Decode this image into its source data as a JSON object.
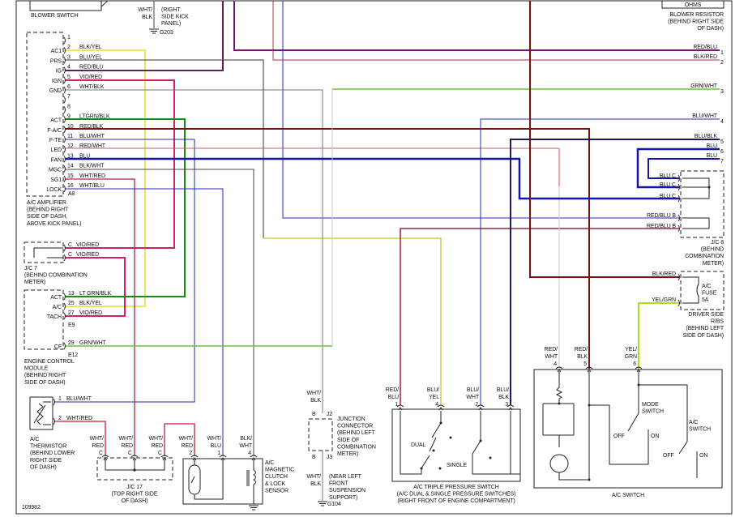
{
  "figure_id": "109982",
  "wire_colors": {
    "blk": "#333333",
    "yel": "#e6de30",
    "vio_red": "#d0206a",
    "red_blu": "#6a1a6a",
    "red": "#c03040",
    "red_blk": "#7a1212",
    "blu": "#1414b0",
    "blu_thin": "#2828b8",
    "navy": "#1a1a60",
    "grn": "#1a8a1a",
    "grn_wht": "#6cc040",
    "yel_grn": "#a8e020",
    "wht": "#c8c8c8"
  },
  "blower_switch": {
    "label": "BLOWER SWITCH"
  },
  "g203": {
    "wire": [
      "WHT/",
      "BLK"
    ],
    "location": [
      "(RIGHT",
      "SIDE KICK",
      "PANEL)"
    ],
    "ground": "G203"
  },
  "blower_resistor": {
    "ohms": "OHMS",
    "label": [
      "BLOWER RESISTOR",
      "(BEHIND RIGHT SIDE",
      "OF DASH)"
    ],
    "pins": [
      {
        "num": "1",
        "wire": "RED/BLU"
      },
      {
        "num": "2",
        "wire": "BLK/RED"
      },
      {
        "num": "3",
        "wire": "GRN/WHT"
      },
      {
        "num": "4",
        "wire": "BLU/WHT"
      },
      {
        "num": "5",
        "wire": "BLU/BLK"
      },
      {
        "num": "6",
        "wire": "BLU"
      },
      {
        "num": "7",
        "wire": "BLU"
      }
    ]
  },
  "amplifier": {
    "connector": "A8",
    "label": [
      "A/C AMPLIFIER",
      "(BEHIND RIGHT",
      "SIDE OF DASH,",
      "ABOVE KICK PANEL)"
    ],
    "pins": [
      {
        "num": "1",
        "name": "",
        "wire": ""
      },
      {
        "num": "2",
        "name": "AC1",
        "wire": "BLK/YEL"
      },
      {
        "num": "3",
        "name": "PRS",
        "wire": "BLU/YEL"
      },
      {
        "num": "4",
        "name": "IG",
        "wire": "RED/BLU"
      },
      {
        "num": "5",
        "name": "IGN",
        "wire": "VIO/RED"
      },
      {
        "num": "6",
        "name": "GND",
        "wire": "WHT/BLK"
      },
      {
        "num": "7",
        "name": "",
        "wire": ""
      },
      {
        "num": "8",
        "name": "",
        "wire": ""
      },
      {
        "num": "9",
        "name": "ACT",
        "wire": "LTGRN/BLK"
      },
      {
        "num": "10",
        "name": "F-A/C",
        "wire": "RED/BLK"
      },
      {
        "num": "11",
        "name": "F-TE",
        "wire": "BLU/WHT"
      },
      {
        "num": "12",
        "name": "LED",
        "wire": "RED/WHT"
      },
      {
        "num": "13",
        "name": "FAN",
        "wire": "BLU"
      },
      {
        "num": "14",
        "name": "MGC",
        "wire": "BLK/WHT"
      },
      {
        "num": "15",
        "name": "SG1",
        "wire": "WHT/RED"
      },
      {
        "num": "16",
        "name": "LOCK",
        "wire": "WHT/BLU"
      }
    ]
  },
  "jc7": {
    "pins": [
      {
        "pin": "C",
        "wire": "VIO/RED"
      },
      {
        "pin": "C",
        "wire": "VIO/RED"
      }
    ],
    "label": [
      "J/C 7",
      "(BEHIND COMBINATION",
      "METER)"
    ]
  },
  "ecm": {
    "pins": [
      {
        "num": "13",
        "name": "ACT",
        "wire": "LT GRN/BLK"
      },
      {
        "num": "25",
        "name": "A/C",
        "wire": "BLK/YEL"
      },
      {
        "num": "27",
        "name": "TACH",
        "wire": "VIO/RED"
      },
      {
        "num": "29",
        "name": "CF",
        "wire": "GRN/WHT"
      }
    ],
    "connectors": [
      "E9",
      "E12"
    ],
    "label": [
      "ENGINE CONTROL",
      "MODULE",
      "(BEHIND RIGHT",
      "SIDE OF DASH)"
    ]
  },
  "thermistor": {
    "pins": [
      {
        "num": "1",
        "wire": "BLU/WHT"
      },
      {
        "num": "2",
        "wire": "WHT/RED"
      }
    ],
    "label": [
      "A/C",
      "THERMISTOR",
      "(BEHIND LOWER",
      "RIGHT SIDE",
      "OF DASH)"
    ]
  },
  "jc17": {
    "pins": [
      {
        "wire": [
          "WHT/",
          "RED"
        ],
        "pin": "C"
      },
      {
        "wire": [
          "WHT/",
          "RED"
        ],
        "pin": "C"
      },
      {
        "wire": [
          "WHT/",
          "RED"
        ],
        "pin": "C"
      }
    ],
    "label": [
      "J/C 17",
      "(TOP RIGHT SIDE",
      "OF DASH)"
    ]
  },
  "clutch": {
    "pins": [
      {
        "wire": [
          "WHT/",
          "RED"
        ],
        "num": "2"
      },
      {
        "wire": [
          "WHT/",
          "BLU"
        ],
        "num": "1"
      },
      {
        "wire": [
          "BLK/",
          "WHT"
        ],
        "num": "4"
      }
    ],
    "label": [
      "A/C",
      "MAGNETIC",
      "CLUTCH",
      "& LOCK",
      "SENSOR"
    ]
  },
  "junction": {
    "wire_top": [
      "WHT/",
      "BLK"
    ],
    "pin_top": "B",
    "conn_top": "J2",
    "pin_bottom": "B",
    "conn_bottom": "J3",
    "label": [
      "JUNCTION",
      "CONNECTOR",
      "(BEHIND LEFT",
      "SIDE OF",
      "COMBINATION",
      "METER)"
    ],
    "wire_bottom": [
      "WHT/",
      "BLK"
    ],
    "location": [
      "(NEAR LEFT",
      "FRONT",
      "SUSPENSION",
      "SUPPORT)"
    ],
    "ground": "G104"
  },
  "pressure_switch": {
    "pins": [
      {
        "wire": [
          "RED/",
          "BLU"
        ],
        "num": "1"
      },
      {
        "wire": [
          "BLU/",
          "YEL"
        ],
        "num": "4"
      },
      {
        "wire": [
          "BLU/",
          "WHT"
        ],
        "num": "2"
      },
      {
        "wire": [
          "BLU/",
          "BLK"
        ],
        "num": "3"
      }
    ],
    "dual": "DUAL",
    "single": "SINGLE",
    "label": [
      "A/C TRIPLE PRESSURE SWITCH",
      "(A/C DUAL & SINGLE PRESSURE SWITCHES)",
      "(RIGHT FRONT OF ENGINE COMPARTMENT)"
    ]
  },
  "ac_switch": {
    "pins": [
      {
        "wire": [
          "RED/",
          "WHT"
        ],
        "num": "4"
      },
      {
        "wire": [
          "RED/",
          "BLK"
        ],
        "num": "5"
      },
      {
        "wire": [
          "YEL/",
          "GRN"
        ],
        "num": "6"
      }
    ],
    "mode_switch": [
      "MODE",
      "SWITCH"
    ],
    "ac_switch_label": [
      "A/C",
      "SWITCH"
    ],
    "off": "OFF",
    "on": "ON",
    "label": "A/C SWITCH"
  },
  "jc8": {
    "pins": [
      {
        "wire": "BLU",
        "pin": "C"
      },
      {
        "wire": "BLU",
        "pin": "C"
      },
      {
        "wire": "BLU",
        "pin": "C"
      },
      {
        "wire": "RED/BLU",
        "pin": "B"
      },
      {
        "wire": "RED/BLU",
        "pin": "B"
      }
    ],
    "label": [
      "J/C 8",
      "(BEHIND",
      "COMBINATION",
      "METER)"
    ]
  },
  "rbs": {
    "pins": [
      {
        "wire": "BLK/RED"
      },
      {
        "wire": "YEL/GRN"
      }
    ],
    "fuse": [
      "A/C",
      "FUSE",
      "5A"
    ],
    "label": [
      "DRIVER SIDE",
      "R/BS",
      "(BEHIND LEFT",
      "SIDE OF DASH)"
    ]
  }
}
